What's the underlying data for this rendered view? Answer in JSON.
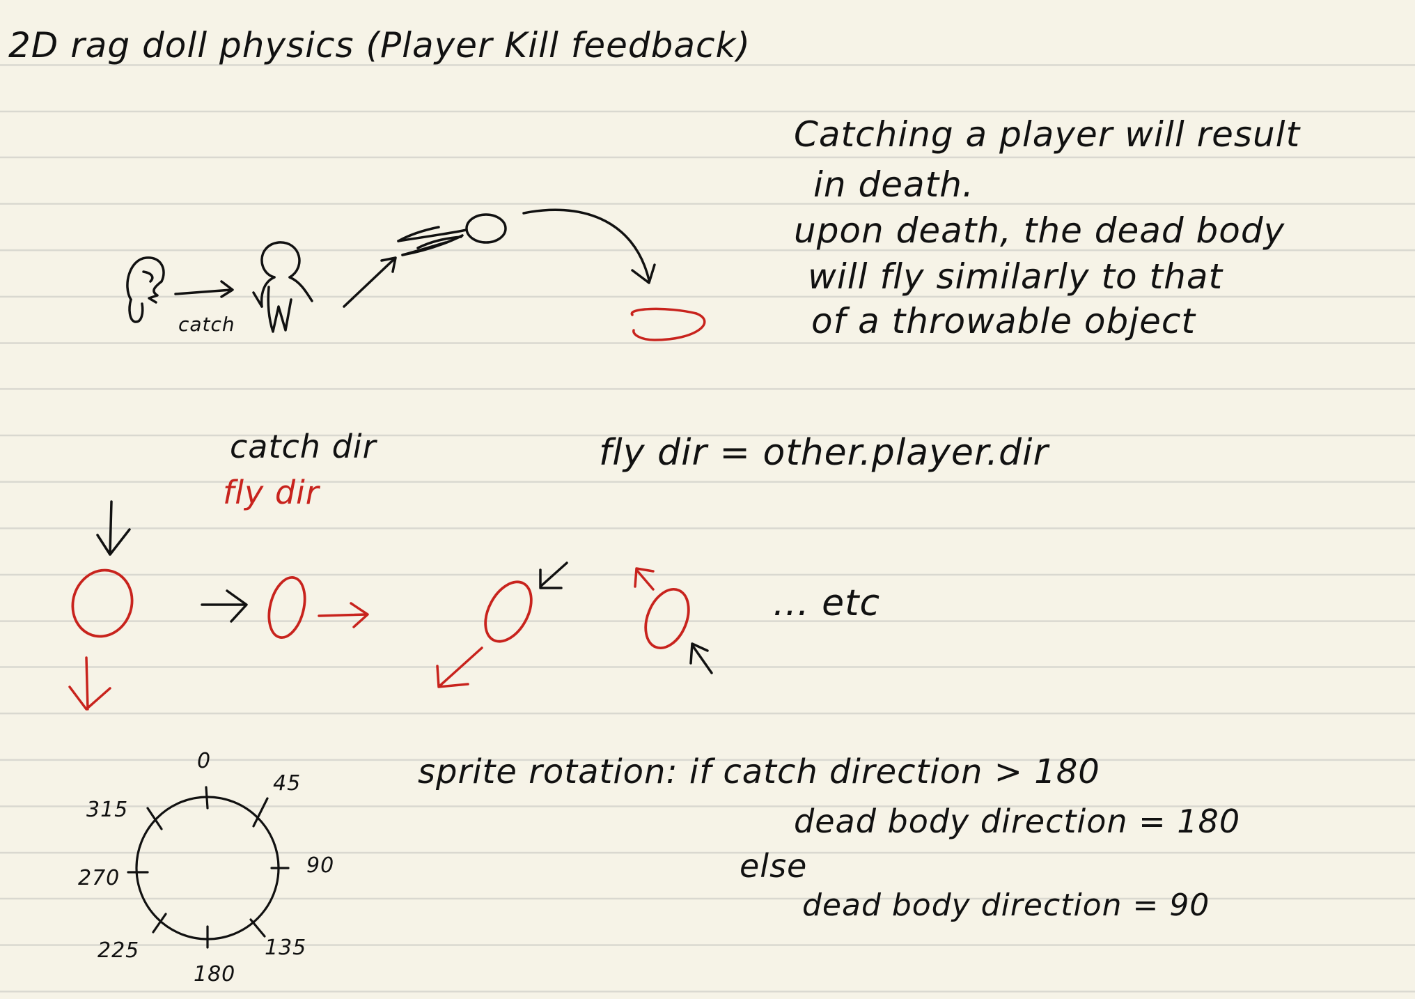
{
  "title": "2D rag doll physics (Player Kill feedback)",
  "description": {
    "line1": "Catching a player will result",
    "line2": "in death.",
    "line3": "upon death, the dead body",
    "line4": "will fly similarly to that",
    "line5": "of a throwable object"
  },
  "sketch": {
    "catch_label": "catch"
  },
  "legend": {
    "catch_dir": "catch dir",
    "fly_dir": "fly dir"
  },
  "fly_rule": "fly dir = other.player.dir",
  "etc_label": "... etc",
  "compass": {
    "angles": [
      "0",
      "45",
      "90",
      "135",
      "180",
      "225",
      "270",
      "315"
    ]
  },
  "rotation_rule": {
    "line1": "sprite rotation: if catch direction > 180",
    "line2": "dead body direction = 180",
    "line3": "else",
    "line4": "dead body direction = 90"
  },
  "colors": {
    "ink": "#111111",
    "red_ink": "#c8231d",
    "paper": "#f6f3e7",
    "rule": "#d9d8d0"
  }
}
